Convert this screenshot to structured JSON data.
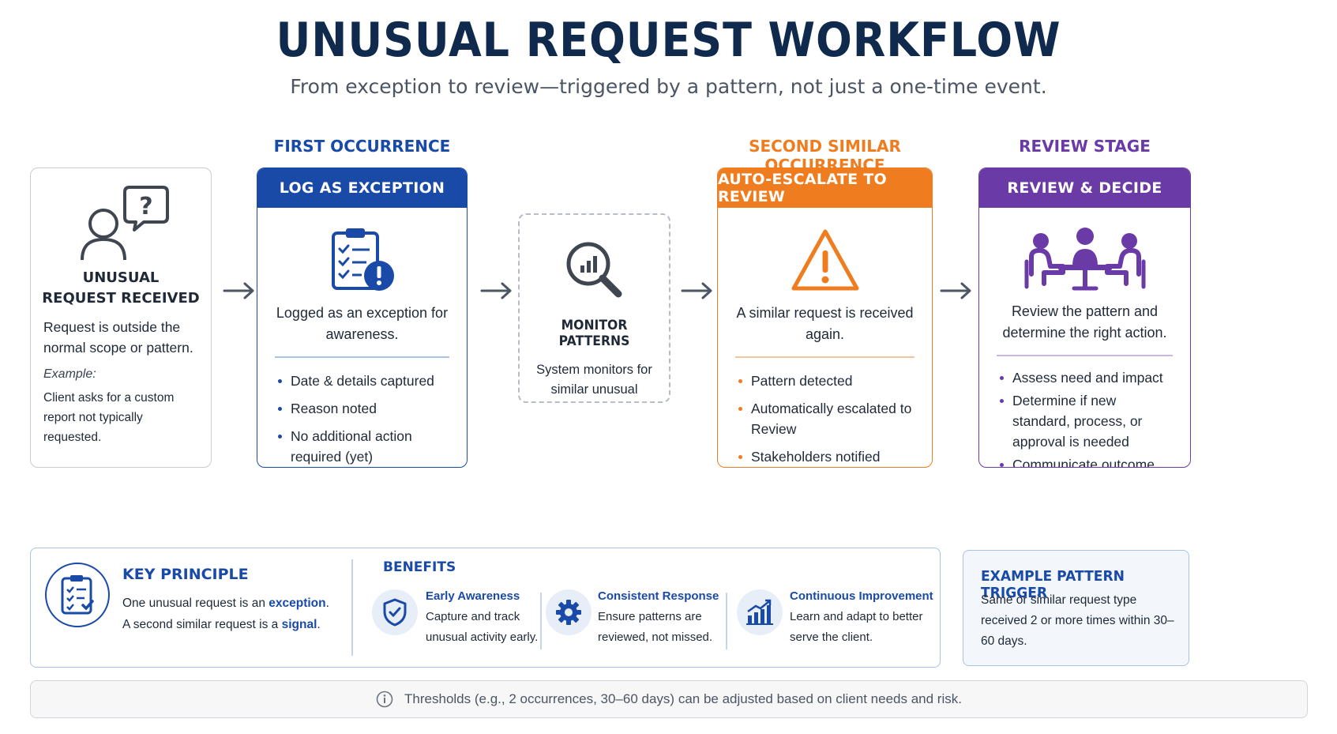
{
  "header": {
    "title": "UNUSUAL REQUEST WORKFLOW",
    "subtitle": "From exception to review—triggered by a pattern, not just a one-time event."
  },
  "stage_labels": {
    "first": "FIRST OCCURRENCE",
    "second": "SECOND SIMILAR OCCURRENCE",
    "review": "REVIEW STAGE"
  },
  "colors": {
    "navy": "#0f2a4d",
    "blue": "#1a4aa8",
    "orange": "#ef7d1f",
    "purple": "#6a3aa6",
    "gray_border": "#c9ccd2"
  },
  "steps": {
    "received": {
      "icon": "person-question-icon",
      "title_line1": "UNUSUAL",
      "title_line2": "REQUEST RECEIVED",
      "desc": "Request is outside the normal scope or pattern.",
      "example_label": "Example:",
      "example_text": "Client asks for a custom report not typically requested."
    },
    "log": {
      "header": "LOG AS EXCEPTION",
      "icon": "clipboard-alert-icon",
      "lead": "Logged as an exception for awareness.",
      "bullets": [
        "Date & details captured",
        "Reason noted",
        "No additional action required (yet)"
      ]
    },
    "monitor": {
      "icon": "magnifier-chart-icon",
      "title": "MONITOR PATTERNS",
      "desc": "System monitors for similar unusual requests."
    },
    "escalate": {
      "header": "AUTO-ESCALATE TO REVIEW",
      "icon": "warning-triangle-icon",
      "lead": "A similar request is received again.",
      "bullets": [
        "Pattern detected",
        "Automatically escalated to Review",
        "Stakeholders notified"
      ]
    },
    "review": {
      "header": "REVIEW & DECIDE",
      "icon": "meeting-group-icon",
      "lead": "Review the pattern and determine the right action.",
      "bullets": [
        "Assess need and impact",
        "Determine if new standard, process, or approval is needed",
        "Communicate outcome"
      ]
    }
  },
  "key_principle": {
    "icon": "clipboard-check-icon",
    "title": "KEY PRINCIPLE",
    "line1_prefix": "One unusual request is an ",
    "line1_highlight": "exception",
    "line1_suffix": ".",
    "line2_prefix": "A second similar request is a ",
    "line2_highlight": "signal",
    "line2_suffix": "."
  },
  "benefits": {
    "title": "BENEFITS",
    "items": [
      {
        "icon": "shield-check-icon",
        "title": "Early Awareness",
        "text": "Capture and track unusual activity early."
      },
      {
        "icon": "gear-icon",
        "title": "Consistent Response",
        "text": "Ensure patterns are reviewed, not missed."
      },
      {
        "icon": "growth-chart-icon",
        "title": "Continuous Improvement",
        "text": "Learn and adapt to better serve the client."
      }
    ]
  },
  "trigger": {
    "title": "EXAMPLE PATTERN TRIGGER",
    "text": "Same or similar request type received 2 or more times within 30–60 days."
  },
  "footer": {
    "icon": "info-icon",
    "text": "Thresholds (e.g., 2 occurrences, 30–60 days) can be adjusted based on client needs and risk."
  }
}
